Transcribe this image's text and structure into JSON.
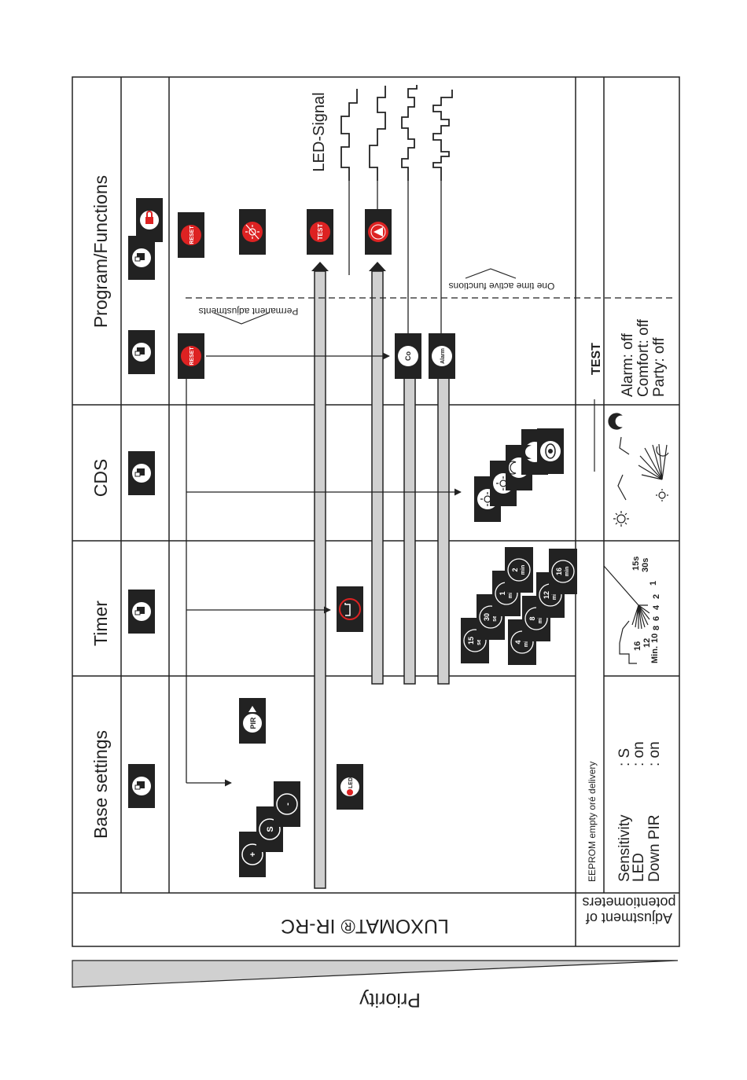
{
  "headers": {
    "base": "Base settings",
    "timer": "Timer",
    "cds": "CDS",
    "program": "Program/Functions"
  },
  "product": "LUXOMAT® IR-RC",
  "adjustment": [
    "Adjustment of",
    "potentiometers"
  ],
  "priority": "Priority",
  "led_signal": "LED-Signal",
  "permanent": "Permanent adjustments",
  "one_time": "One time active functions",
  "eeprom": "EEPROM empty oré delivery",
  "defaults": {
    "sensitivity_label": "Sensitivity",
    "sensitivity_value": ": S",
    "led_label": "LED",
    "led_value": ": on",
    "downpir_label": "Down PIR",
    "downpir_value": ": on"
  },
  "test_panel": {
    "title": "TEST",
    "alarm": "Alarm: off",
    "comfort": "Comfort: off",
    "party": "Party: off"
  },
  "buttons": {
    "plus": "+",
    "s": "S",
    "minus": "-",
    "pir": "PIR",
    "led": "LED",
    "reset": "RESET",
    "test": "TEST",
    "co": "Co",
    "alarm": "Alarm"
  },
  "timer_values": {
    "t15s": [
      "15",
      "sec"
    ],
    "t30s": [
      "30",
      "sec"
    ],
    "t1m": [
      "1",
      "min"
    ],
    "t2m": [
      "2",
      "min"
    ],
    "t4m": [
      "4",
      "min"
    ],
    "t8m": [
      "8",
      "min"
    ],
    "t12m": [
      "12",
      "min"
    ],
    "t16m": [
      "16",
      "min"
    ]
  },
  "dial_labels": [
    "Min.",
    "10",
    "8",
    "6",
    "4",
    "2",
    "1",
    "12",
    "16",
    "15s",
    "30s"
  ]
}
